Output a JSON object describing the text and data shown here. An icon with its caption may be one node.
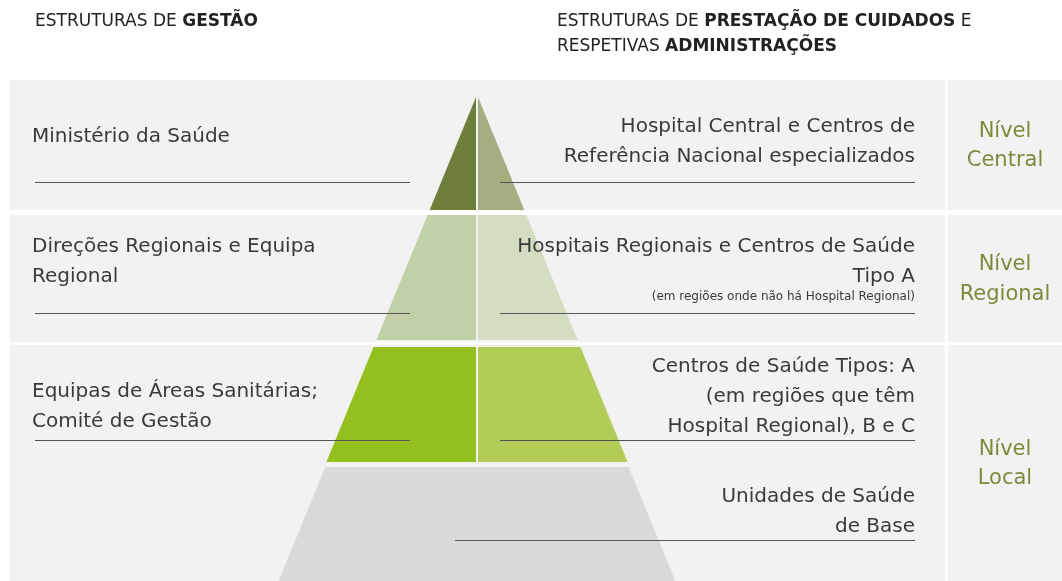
{
  "diagram": {
    "nodes": [
      {
        "text": [
          "Ministério da Saúde",
          "Hospital Central e Centros de Referência Nacional especializados"
        ]
      },
      {
        "text": [
          "Nível Central"
        ]
      },
      {
        "text": [
          "Direções Regionais e Equipa Regional",
          "Hospitais Regionais e Centros de Saúde Tipo A",
          "(em regiões onde não há Hospital Regional)"
        ]
      },
      {
        "text": [
          "Nível Regional"
        ]
      },
      {
        "text": [
          "Equipas de Áreas Sanitárias; Comité de Gestão",
          "Centros de Saúde Tipos: A (em regiões que têm Hospital Regional), B e C",
          "Unidades de Saúde de Base"
        ]
      },
      {
        "text": [
          "Nível Local"
        ]
      }
    ],
    "labels": [
      "ESTRUTURAS DE **GESTÃO**",
      "ESTRUTURAS DE **PRESTAÇÃO DE CUIDADOS** E RESPETIVAS **ADMINISTRAÇÕES**"
    ]
  }
}
